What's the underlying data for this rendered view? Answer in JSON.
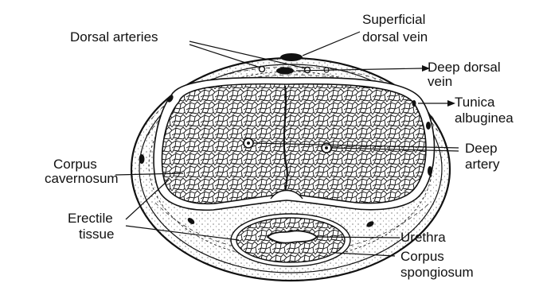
{
  "labels": {
    "dorsal_arteries": "Dorsal arteries",
    "superficial_dorsal_vein_1": "Superficial",
    "superficial_dorsal_vein_2": "dorsal vein",
    "deep_dorsal_vein_1": "Deep dorsal",
    "deep_dorsal_vein_2": "vein",
    "tunica_albuginea_1": "Tunica",
    "tunica_albuginea_2": "albuginea",
    "deep_artery_1": "Deep",
    "deep_artery_2": "artery",
    "corpus_cavernosum_1": "Corpus",
    "corpus_cavernosum_2": "cavernosum",
    "erectile_tissue_1": "Erectile",
    "erectile_tissue_2": "tissue",
    "urethra": "Urethra",
    "corpus_spongiosum_1": "Corpus",
    "corpus_spongiosum_2": "spongiosum"
  },
  "colors": {
    "ink": "#111111",
    "background": "#ffffff",
    "tissue_fill": "#fdfdfd"
  }
}
